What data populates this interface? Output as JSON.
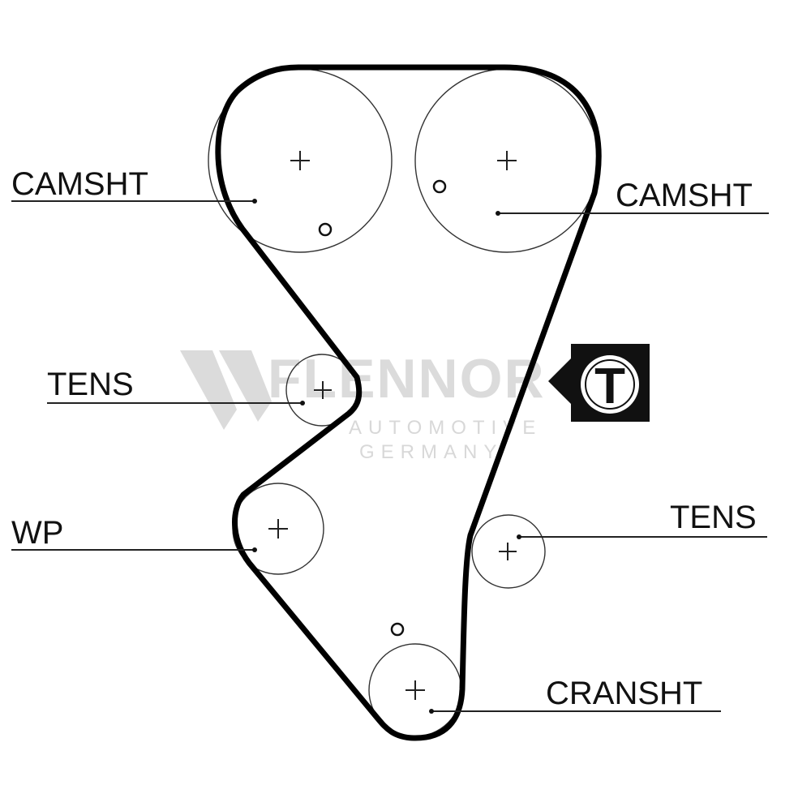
{
  "labels": {
    "camshaft_left": "CAMSHT",
    "camshaft_right": "CAMSHT",
    "tensioner_upper": "TENS",
    "water_pump": "WP",
    "tensioner_lower": "TENS",
    "crankshaft": "CRANSHT"
  },
  "watermark": {
    "brand": "FLENNOR",
    "line1": "AUTOMOTIVE",
    "line2": "GERMANY"
  },
  "badge": {
    "letter": "T"
  },
  "colors": {
    "belt": "#000000",
    "text": "#111111",
    "watermark": "#cfcfcf",
    "background": "#ffffff"
  }
}
